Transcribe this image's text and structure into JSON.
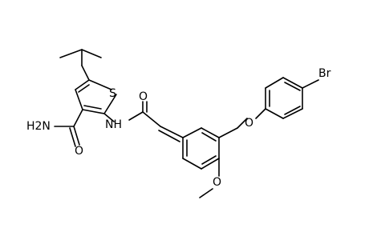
{
  "labels": {
    "s": "S",
    "nh": "NH",
    "o_amide": "O",
    "h2n": "H2N",
    "o_carboxamide": "O",
    "o_ether": "O",
    "br": "Br",
    "o_methoxy": "O"
  }
}
